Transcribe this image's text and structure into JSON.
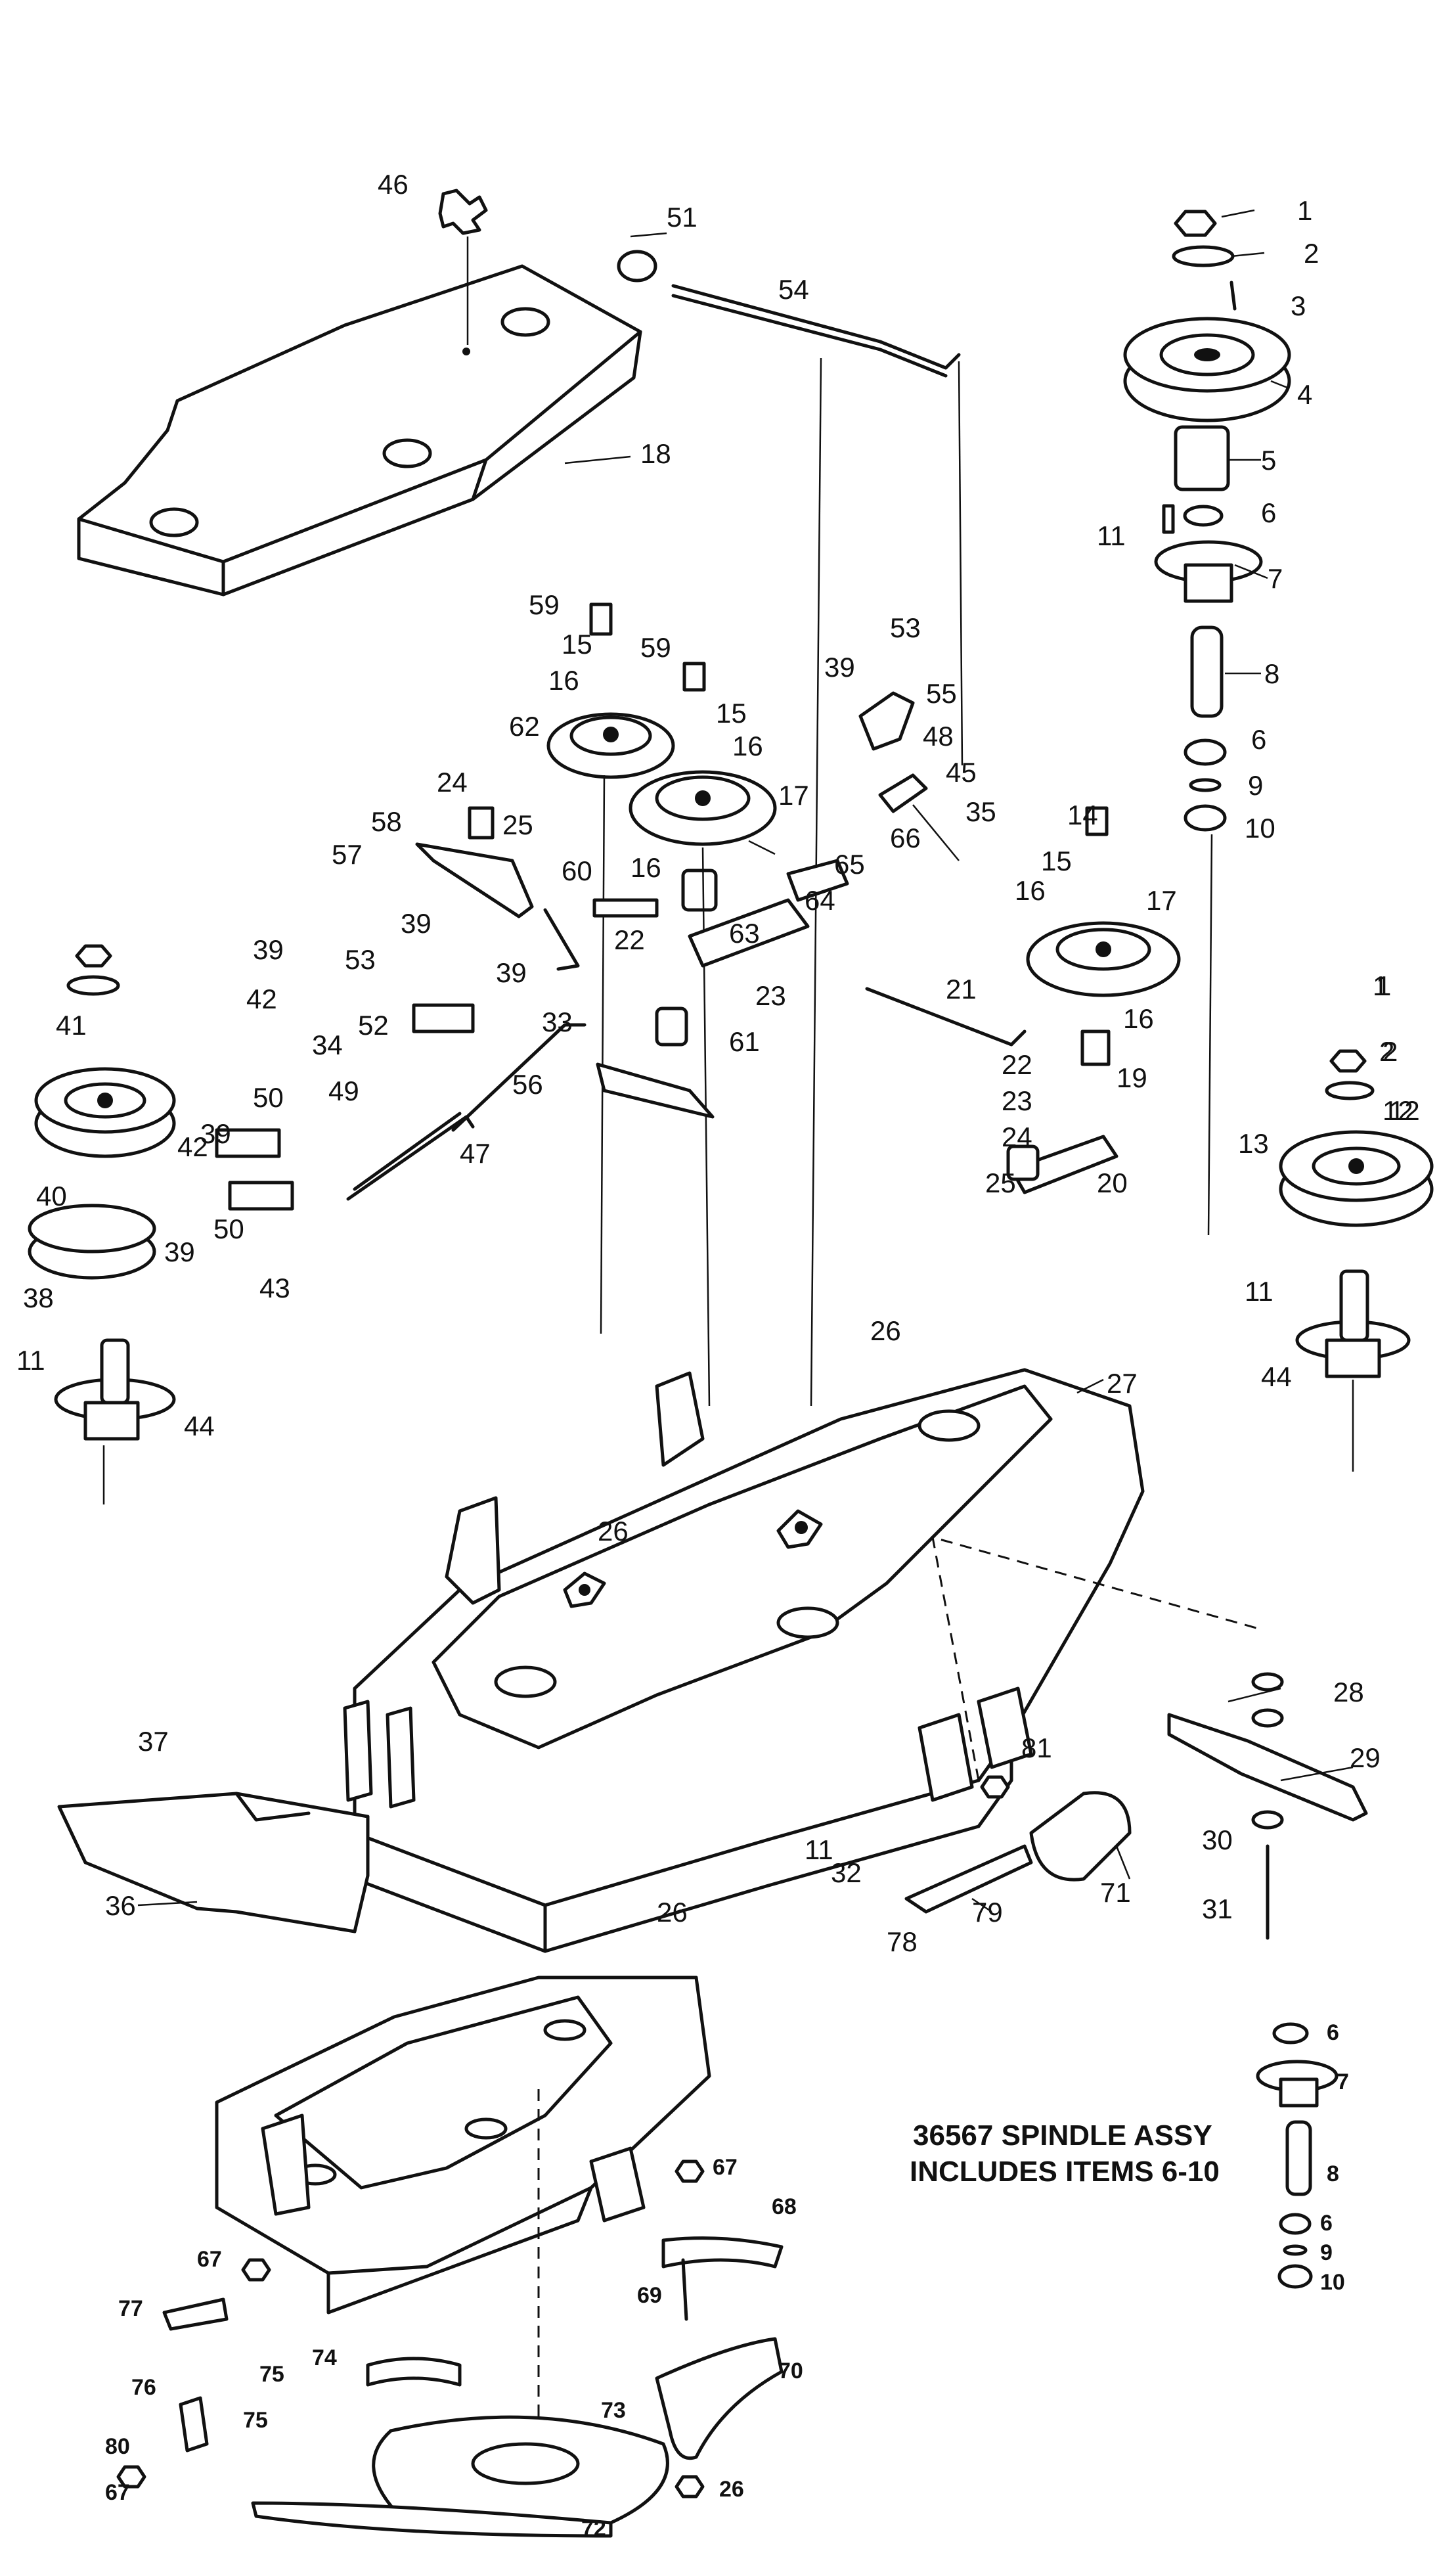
{
  "note": {
    "line1": "36567 SPINDLE ASSY",
    "line2": "INCLUDES ITEMS 6-10"
  },
  "callouts": [
    {
      "id": "c1a",
      "text": "1"
    },
    {
      "id": "c2a",
      "text": "2"
    },
    {
      "id": "c3",
      "text": "3"
    },
    {
      "id": "c4",
      "text": "4"
    },
    {
      "id": "c5",
      "text": "5"
    },
    {
      "id": "c6a",
      "text": "6"
    },
    {
      "id": "c7a",
      "text": "7"
    },
    {
      "id": "c8a",
      "text": "8"
    },
    {
      "id": "c6b",
      "text": "6"
    },
    {
      "id": "c9a",
      "text": "9"
    },
    {
      "id": "c10a",
      "text": "10"
    },
    {
      "id": "c11a",
      "text": "11"
    },
    {
      "id": "c46",
      "text": "46"
    },
    {
      "id": "c51",
      "text": "51"
    },
    {
      "id": "c54",
      "text": "54"
    },
    {
      "id": "c18",
      "text": "18"
    },
    {
      "id": "c59a",
      "text": "59"
    },
    {
      "id": "c15a",
      "text": "15"
    },
    {
      "id": "c16a",
      "text": "16"
    },
    {
      "id": "c62",
      "text": "62"
    },
    {
      "id": "c59b",
      "text": "59"
    },
    {
      "id": "c15b",
      "text": "15"
    },
    {
      "id": "c16b",
      "text": "16"
    },
    {
      "id": "c17a",
      "text": "17"
    },
    {
      "id": "c39a",
      "text": "39"
    },
    {
      "id": "c53a",
      "text": "53"
    },
    {
      "id": "c55",
      "text": "55"
    },
    {
      "id": "c48",
      "text": "48"
    },
    {
      "id": "c45",
      "text": "45"
    },
    {
      "id": "c35",
      "text": "35"
    },
    {
      "id": "c66",
      "text": "66"
    },
    {
      "id": "c65",
      "text": "65"
    },
    {
      "id": "c64",
      "text": "64"
    },
    {
      "id": "c63",
      "text": "63"
    },
    {
      "id": "c16c",
      "text": "16"
    },
    {
      "id": "c24a",
      "text": "24"
    },
    {
      "id": "c25a",
      "text": "25"
    },
    {
      "id": "c58",
      "text": "58"
    },
    {
      "id": "c57",
      "text": "57"
    },
    {
      "id": "c60",
      "text": "60"
    },
    {
      "id": "c22a",
      "text": "22"
    },
    {
      "id": "c23a",
      "text": "23"
    },
    {
      "id": "c61",
      "text": "61"
    },
    {
      "id": "c14",
      "text": "14"
    },
    {
      "id": "c15c",
      "text": "15"
    },
    {
      "id": "c16d",
      "text": "16"
    },
    {
      "id": "c17b",
      "text": "17"
    },
    {
      "id": "c16e",
      "text": "16"
    },
    {
      "id": "c19",
      "text": "19"
    },
    {
      "id": "c21",
      "text": "21"
    },
    {
      "id": "c22b",
      "text": "22"
    },
    {
      "id": "c23b",
      "text": "23"
    },
    {
      "id": "c24b",
      "text": "24"
    },
    {
      "id": "c25b",
      "text": "25"
    },
    {
      "id": "c20",
      "text": "20"
    },
    {
      "id": "c1b",
      "text": "1"
    },
    {
      "id": "c2b",
      "text": "2"
    },
    {
      "id": "c12a",
      "text": "12"
    },
    {
      "id": "c41",
      "text": "41"
    },
    {
      "id": "c39b",
      "text": "39"
    },
    {
      "id": "c42a",
      "text": "42"
    },
    {
      "id": "c53b",
      "text": "53"
    },
    {
      "id": "c34",
      "text": "34"
    },
    {
      "id": "c39c",
      "text": "39"
    },
    {
      "id": "c39d",
      "text": "39"
    },
    {
      "id": "c52",
      "text": "52"
    },
    {
      "id": "c33",
      "text": "33"
    },
    {
      "id": "c56",
      "text": "56"
    },
    {
      "id": "c49",
      "text": "49"
    },
    {
      "id": "c47",
      "text": "47"
    },
    {
      "id": "c39e",
      "text": "39"
    },
    {
      "id": "c50a",
      "text": "50"
    },
    {
      "id": "c42b",
      "text": "42"
    },
    {
      "id": "c40",
      "text": "40"
    },
    {
      "id": "c50b",
      "text": "50"
    },
    {
      "id": "c39f",
      "text": "39"
    },
    {
      "id": "c43",
      "text": "43"
    },
    {
      "id": "c38",
      "text": "38"
    },
    {
      "id": "c11b",
      "text": "11"
    },
    {
      "id": "c44a",
      "text": "44"
    },
    {
      "id": "c1c",
      "text": "1"
    },
    {
      "id": "c2c",
      "text": "2"
    },
    {
      "id": "c12b",
      "text": "12"
    },
    {
      "id": "c13",
      "text": "13"
    },
    {
      "id": "c11c",
      "text": "11"
    },
    {
      "id": "c44b",
      "text": "44"
    },
    {
      "id": "c26a",
      "text": "26"
    },
    {
      "id": "c27",
      "text": "27"
    },
    {
      "id": "c26b",
      "text": "26"
    },
    {
      "id": "c28",
      "text": "28"
    },
    {
      "id": "c29",
      "text": "29"
    },
    {
      "id": "c81",
      "text": "81"
    },
    {
      "id": "c30",
      "text": "30"
    },
    {
      "id": "c71",
      "text": "71"
    },
    {
      "id": "c31",
      "text": "31"
    },
    {
      "id": "c37",
      "text": "37"
    },
    {
      "id": "c36",
      "text": "36"
    },
    {
      "id": "c26c",
      "text": "26"
    },
    {
      "id": "c11d",
      "text": "11"
    },
    {
      "id": "c32",
      "text": "32"
    },
    {
      "id": "c78",
      "text": "78"
    },
    {
      "id": "c79",
      "text": "79"
    },
    {
      "id": "c6c",
      "text": "6"
    },
    {
      "id": "c7b",
      "text": "7"
    },
    {
      "id": "c8b",
      "text": "8"
    },
    {
      "id": "c6d",
      "text": "6"
    },
    {
      "id": "c9b",
      "text": "9"
    },
    {
      "id": "c10b",
      "text": "10"
    },
    {
      "id": "c67a",
      "text": "67"
    },
    {
      "id": "c68",
      "text": "68"
    },
    {
      "id": "c67b",
      "text": "67"
    },
    {
      "id": "c77",
      "text": "77"
    },
    {
      "id": "c69",
      "text": "69"
    },
    {
      "id": "c75a",
      "text": "75"
    },
    {
      "id": "c74",
      "text": "74"
    },
    {
      "id": "c70",
      "text": "70"
    },
    {
      "id": "c76",
      "text": "76"
    },
    {
      "id": "c75b",
      "text": "75"
    },
    {
      "id": "c73",
      "text": "73"
    },
    {
      "id": "c80",
      "text": "80"
    },
    {
      "id": "c67c",
      "text": "67"
    },
    {
      "id": "c26d",
      "text": "26"
    },
    {
      "id": "c72",
      "text": "72"
    }
  ]
}
